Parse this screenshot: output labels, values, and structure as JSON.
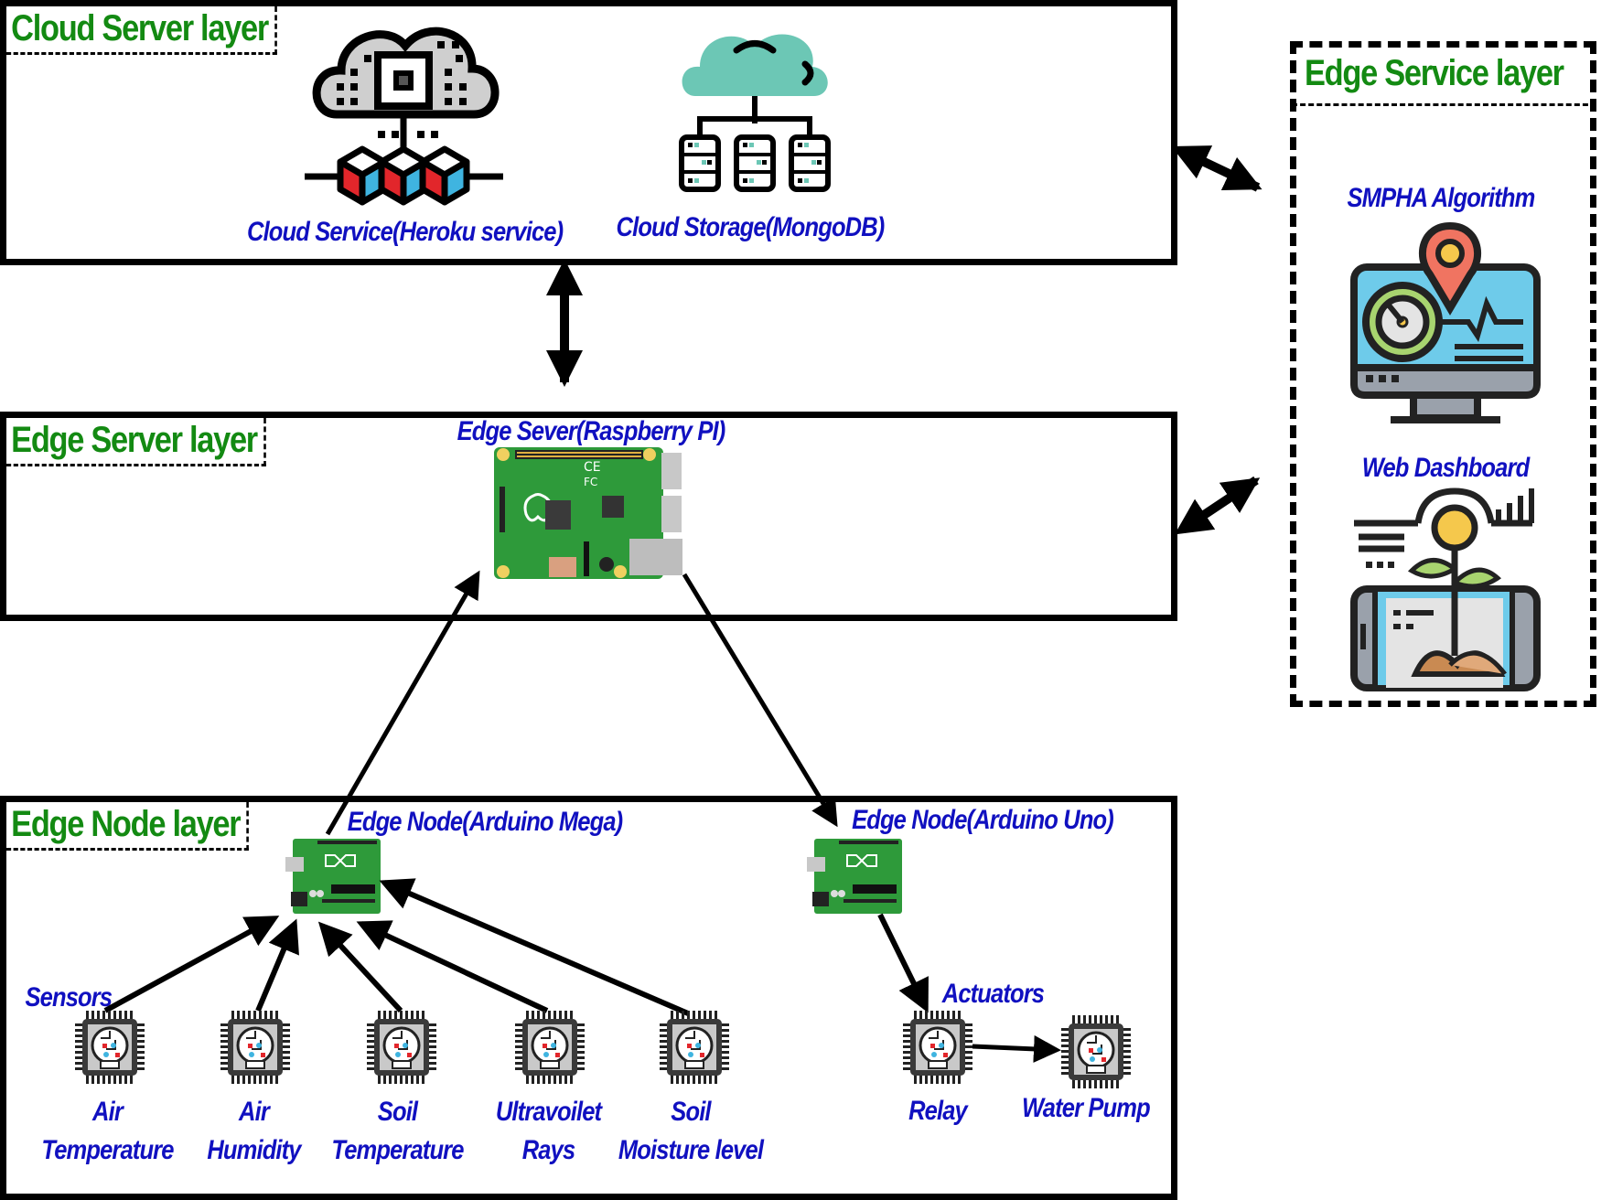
{
  "layers": {
    "cloud_server": {
      "title": "Cloud Server layer",
      "components": [
        {
          "label": "Cloud Service(Heroku  service)",
          "icon": "cloud-compute-icon"
        },
        {
          "label": "Cloud Storage(MongoDB)",
          "icon": "cloud-storage-icon"
        }
      ]
    },
    "edge_server": {
      "title": "Edge Server layer",
      "components": [
        {
          "label": "Edge Sever(Raspberry PI)",
          "icon": "raspberry-pi-board-icon"
        }
      ]
    },
    "edge_node": {
      "title": "Edge Node layer",
      "nodes": [
        {
          "label": "Edge Node(Arduino Mega)",
          "icon": "arduino-board-icon"
        },
        {
          "label": "Edge Node(Arduino Uno)",
          "icon": "arduino-board-icon"
        }
      ],
      "sensors_heading": "Sensors",
      "sensors": [
        {
          "line1": "Air",
          "line2": "Temperature"
        },
        {
          "line1": "Air",
          "line2": "Humidity"
        },
        {
          "line1": "Soil",
          "line2": "Temperature"
        },
        {
          "line1": "Ultravoilet",
          "line2": "Rays"
        },
        {
          "line1": "Soil",
          "line2": "Moisture level"
        }
      ],
      "actuators_heading": "Actuators",
      "actuators": [
        {
          "label": "Relay"
        },
        {
          "label": "Water Pump"
        }
      ]
    },
    "edge_service": {
      "title": "Edge Service layer",
      "components": [
        {
          "label": "SMPHA Algorithm",
          "icon": "monitor-location-icon"
        },
        {
          "label": "Web Dashboard",
          "icon": "plant-dashboard-icon"
        }
      ]
    }
  },
  "connections": [
    {
      "from": "Cloud Server layer",
      "to": "Edge Server layer",
      "type": "bidirectional"
    },
    {
      "from": "Cloud Server layer",
      "to": "Edge Service layer",
      "type": "bidirectional"
    },
    {
      "from": "Edge Server layer",
      "to": "Edge Service layer",
      "type": "bidirectional"
    },
    {
      "from": "Edge Node(Arduino Mega)",
      "to": "Edge Sever(Raspberry PI)",
      "type": "directed"
    },
    {
      "from": "Edge Sever(Raspberry PI)",
      "to": "Edge Node(Arduino Uno)",
      "type": "directed"
    },
    {
      "from": "Air Temperature",
      "to": "Edge Node(Arduino Mega)",
      "type": "directed"
    },
    {
      "from": "Air Humidity",
      "to": "Edge Node(Arduino Mega)",
      "type": "directed"
    },
    {
      "from": "Soil Temperature",
      "to": "Edge Node(Arduino Mega)",
      "type": "directed"
    },
    {
      "from": "Ultravoilet Rays",
      "to": "Edge Node(Arduino Mega)",
      "type": "directed"
    },
    {
      "from": "Soil Moisture level",
      "to": "Edge Node(Arduino Mega)",
      "type": "directed"
    },
    {
      "from": "Edge Node(Arduino Uno)",
      "to": "Relay",
      "type": "directed"
    },
    {
      "from": "Relay",
      "to": "Water Pump",
      "type": "directed"
    }
  ],
  "colors": {
    "layer_title": "#138a12",
    "component_label": "#1010c0",
    "border": "#000000",
    "board_green": "#2e9a3a",
    "cloud_teal": "#6cc7b5",
    "cube_red": "#e2262b",
    "cube_blue": "#3fb4e0"
  }
}
